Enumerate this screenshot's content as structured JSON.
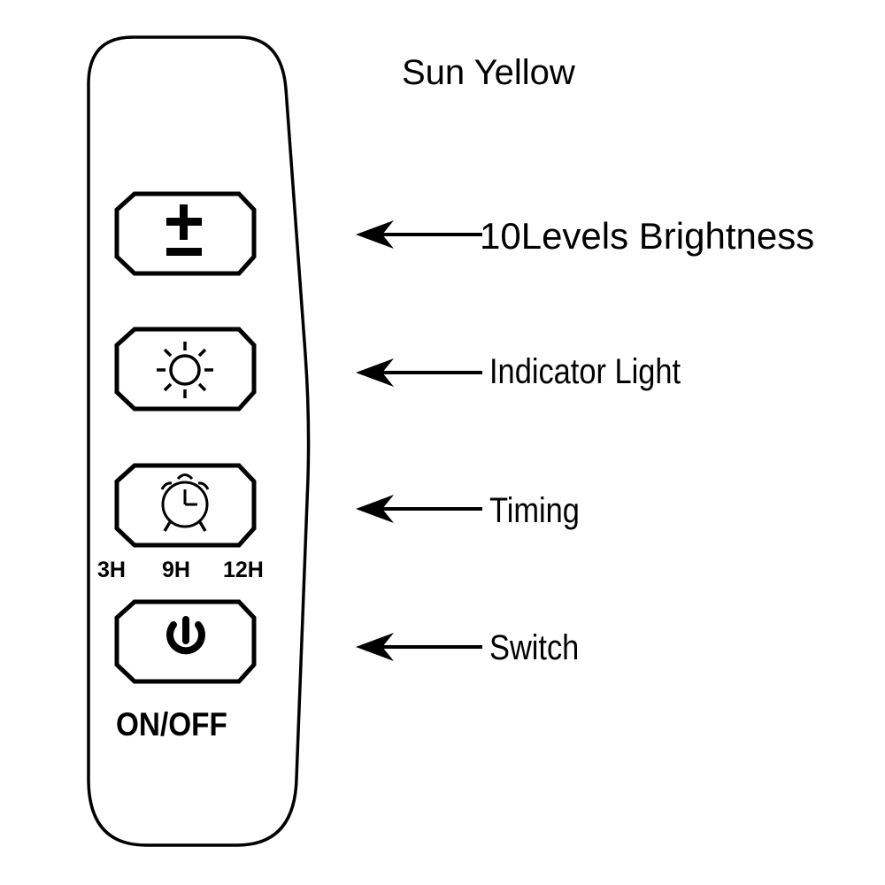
{
  "title": "Sun Yellow",
  "labels": {
    "brightness": "10Levels Brightness",
    "indicator": "Indicator Light",
    "timing": "Timing",
    "switch": "Switch"
  },
  "timer_options": [
    "3H",
    "9H",
    "12H"
  ],
  "power_label": "ON/OFF",
  "icons": {
    "brightness_button": "plus-minus-icon",
    "indicator_button": "sun-icon",
    "timing_button": "alarm-clock-icon",
    "switch_button": "power-icon",
    "arrows": "left-arrow-icon"
  },
  "colors": {
    "stroke": "#000000",
    "background": "#ffffff"
  }
}
